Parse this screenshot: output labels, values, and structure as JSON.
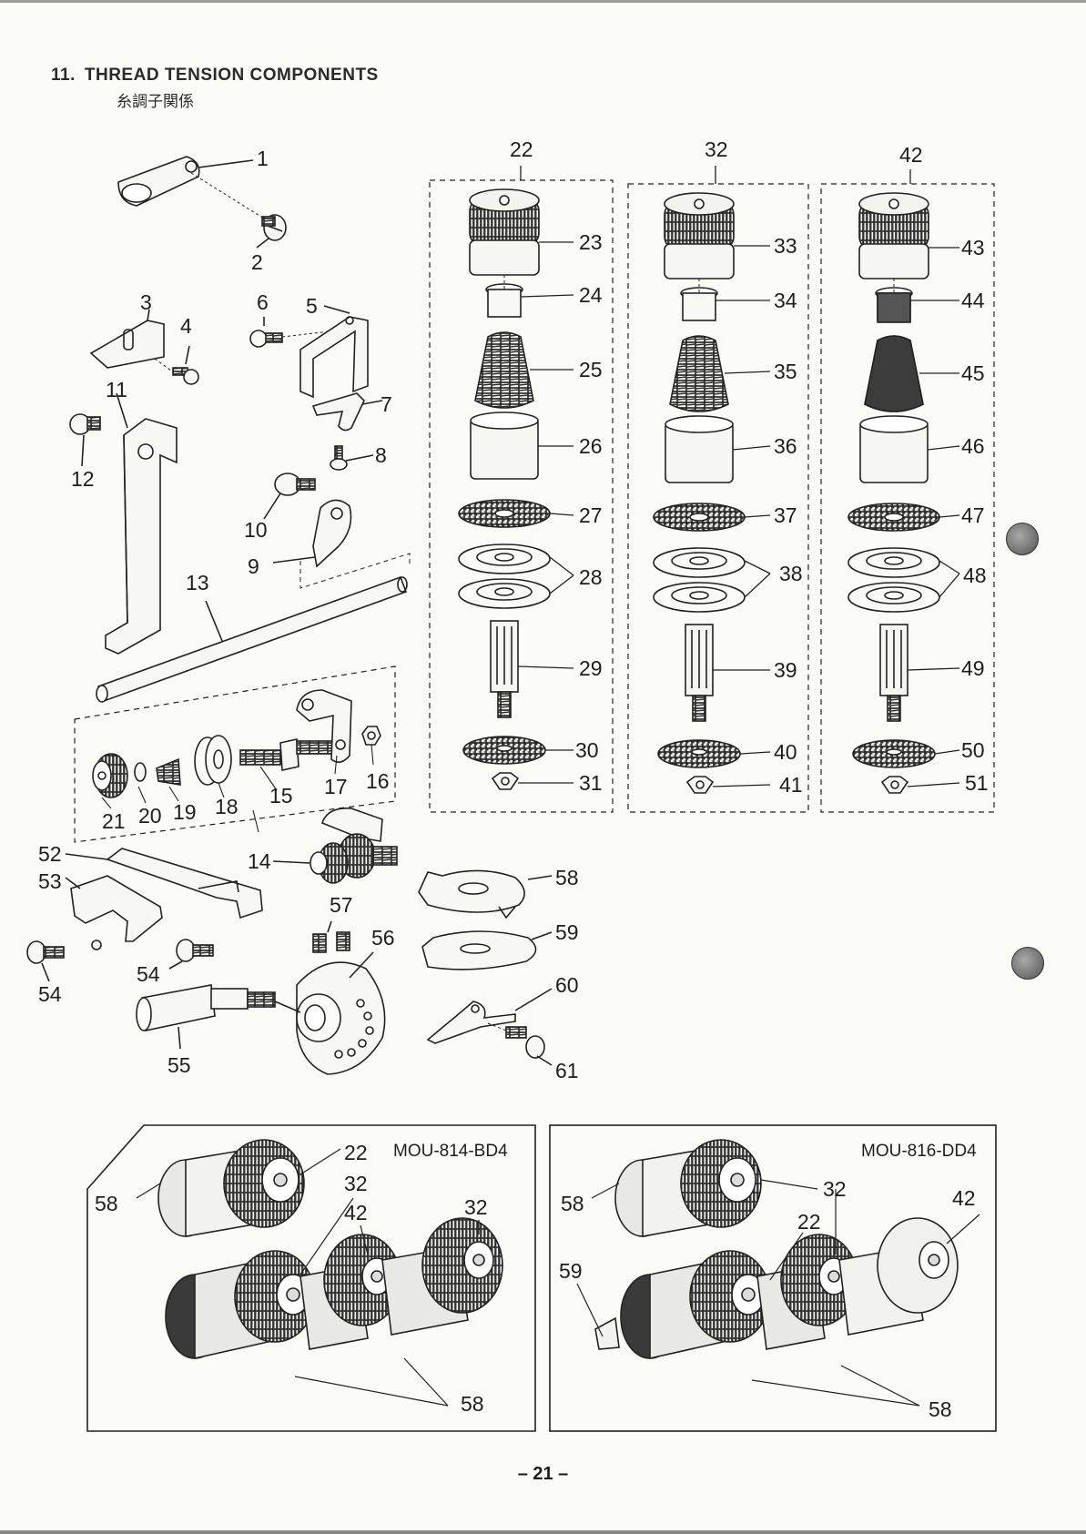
{
  "section": {
    "number": "11.",
    "title": "THREAD TENSION COMPONENTS",
    "subtitle": "糸調子関係"
  },
  "callouts": [
    "1",
    "2",
    "3",
    "4",
    "5",
    "6",
    "7",
    "8",
    "9",
    "10",
    "11",
    "12",
    "13",
    "14",
    "15",
    "16",
    "17",
    "18",
    "19",
    "20",
    "21",
    "22",
    "23",
    "24",
    "25",
    "26",
    "27",
    "28",
    "29",
    "30",
    "31",
    "32",
    "33",
    "34",
    "35",
    "36",
    "37",
    "38",
    "39",
    "40",
    "41",
    "42",
    "43",
    "44",
    "45",
    "46",
    "47",
    "48",
    "49",
    "50",
    "51",
    "52",
    "53",
    "54",
    "54",
    "55",
    "56",
    "57",
    "58",
    "59",
    "60",
    "61"
  ],
  "tension_assemblies": [
    {
      "id": "22",
      "parts": [
        "23",
        "24",
        "25",
        "26",
        "27",
        "28",
        "29",
        "30",
        "31"
      ]
    },
    {
      "id": "32",
      "parts": [
        "33",
        "34",
        "35",
        "36",
        "37",
        "38",
        "39",
        "40",
        "41"
      ]
    },
    {
      "id": "42",
      "parts": [
        "43",
        "44",
        "45",
        "46",
        "47",
        "48",
        "49",
        "50",
        "51"
      ]
    }
  ],
  "models": [
    {
      "name": "MOU-814-BD4",
      "labels": [
        "22",
        "32",
        "42",
        "32",
        "58",
        "58"
      ]
    },
    {
      "name": "MOU-816-DD4",
      "labels": [
        "32",
        "42",
        "22",
        "58",
        "59",
        "58"
      ]
    }
  ],
  "page_number": "21"
}
